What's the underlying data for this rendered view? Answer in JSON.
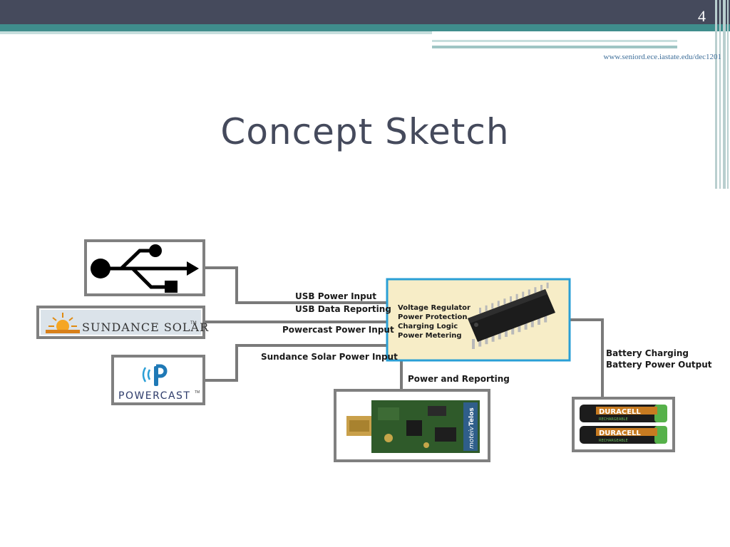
{
  "slide": {
    "number": "4",
    "url": "www.seniord.ece.iastate.edu/dec1201",
    "title": "Concept Sketch"
  },
  "diagram": {
    "input_labels": {
      "usb_power": "USB Power Input",
      "usb_data": "USB Data Reporting",
      "powercast": "Powercast Power Input",
      "sundance": "Sundance Solar Power Input"
    },
    "controller_functions": [
      "Voltage Regulator",
      "Power Protection",
      "Charging Logic",
      "Power Metering"
    ],
    "output_labels": {
      "reporting": "Power and Reporting",
      "battery_charging": "Battery Charging",
      "battery_output": "Battery Power Output"
    },
    "logos": {
      "sundance": "SUNDANCE SOLAR",
      "sundance_tm": "TM",
      "powercast": "POWERCAST",
      "powercast_tm": "TM",
      "duracell": "DURACELL",
      "duracell_sub": "RECHARGEABLE",
      "telos_brand": "moteiv",
      "telos_name": "Telos"
    },
    "colors": {
      "box_border": "#808080",
      "wire": "#7a7a7a",
      "controller_border": "#2a9fd6",
      "controller_fill": "#f7edc7",
      "title": "#454a5c"
    }
  }
}
